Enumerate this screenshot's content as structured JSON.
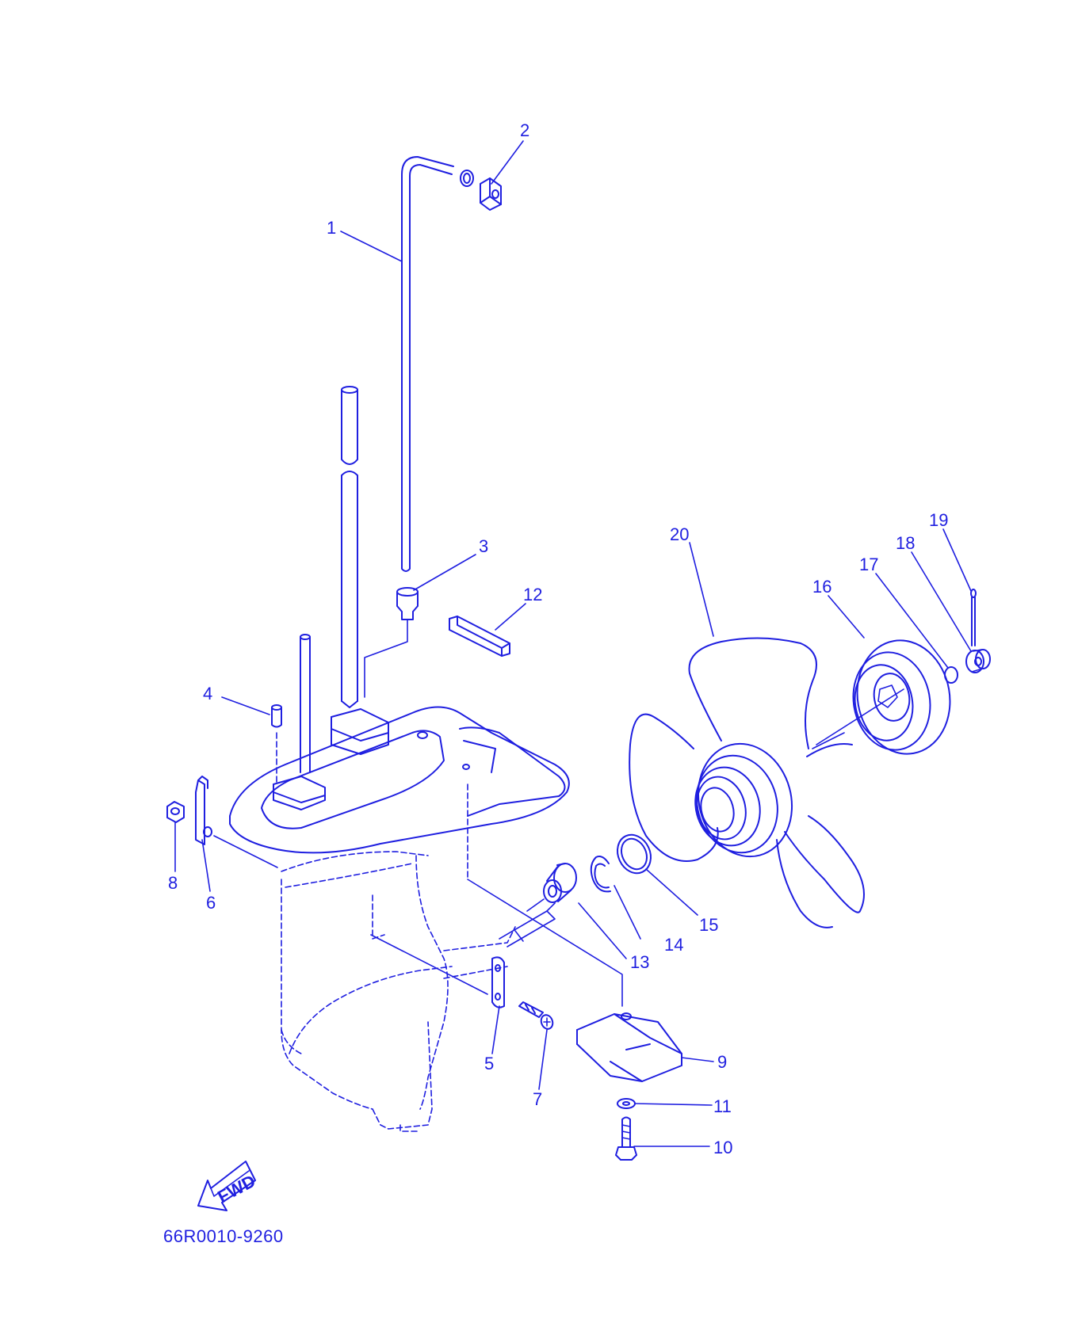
{
  "diagram": {
    "color": "#1f1fe0",
    "callouts": [
      {
        "id": "1",
        "label": "1"
      },
      {
        "id": "2",
        "label": "2"
      },
      {
        "id": "3",
        "label": "3"
      },
      {
        "id": "4",
        "label": "4"
      },
      {
        "id": "5",
        "label": "5"
      },
      {
        "id": "6",
        "label": "6"
      },
      {
        "id": "7",
        "label": "7"
      },
      {
        "id": "8",
        "label": "8"
      },
      {
        "id": "9",
        "label": "9"
      },
      {
        "id": "10",
        "label": "10"
      },
      {
        "id": "11",
        "label": "11"
      },
      {
        "id": "12",
        "label": "12"
      },
      {
        "id": "13",
        "label": "13"
      },
      {
        "id": "14",
        "label": "14"
      },
      {
        "id": "15",
        "label": "15"
      },
      {
        "id": "16",
        "label": "16"
      },
      {
        "id": "17",
        "label": "17"
      },
      {
        "id": "18",
        "label": "18"
      },
      {
        "id": "19",
        "label": "19"
      },
      {
        "id": "20",
        "label": "20"
      }
    ],
    "fwd_label": "FWD",
    "drawing_code": "66R0010-9260"
  }
}
